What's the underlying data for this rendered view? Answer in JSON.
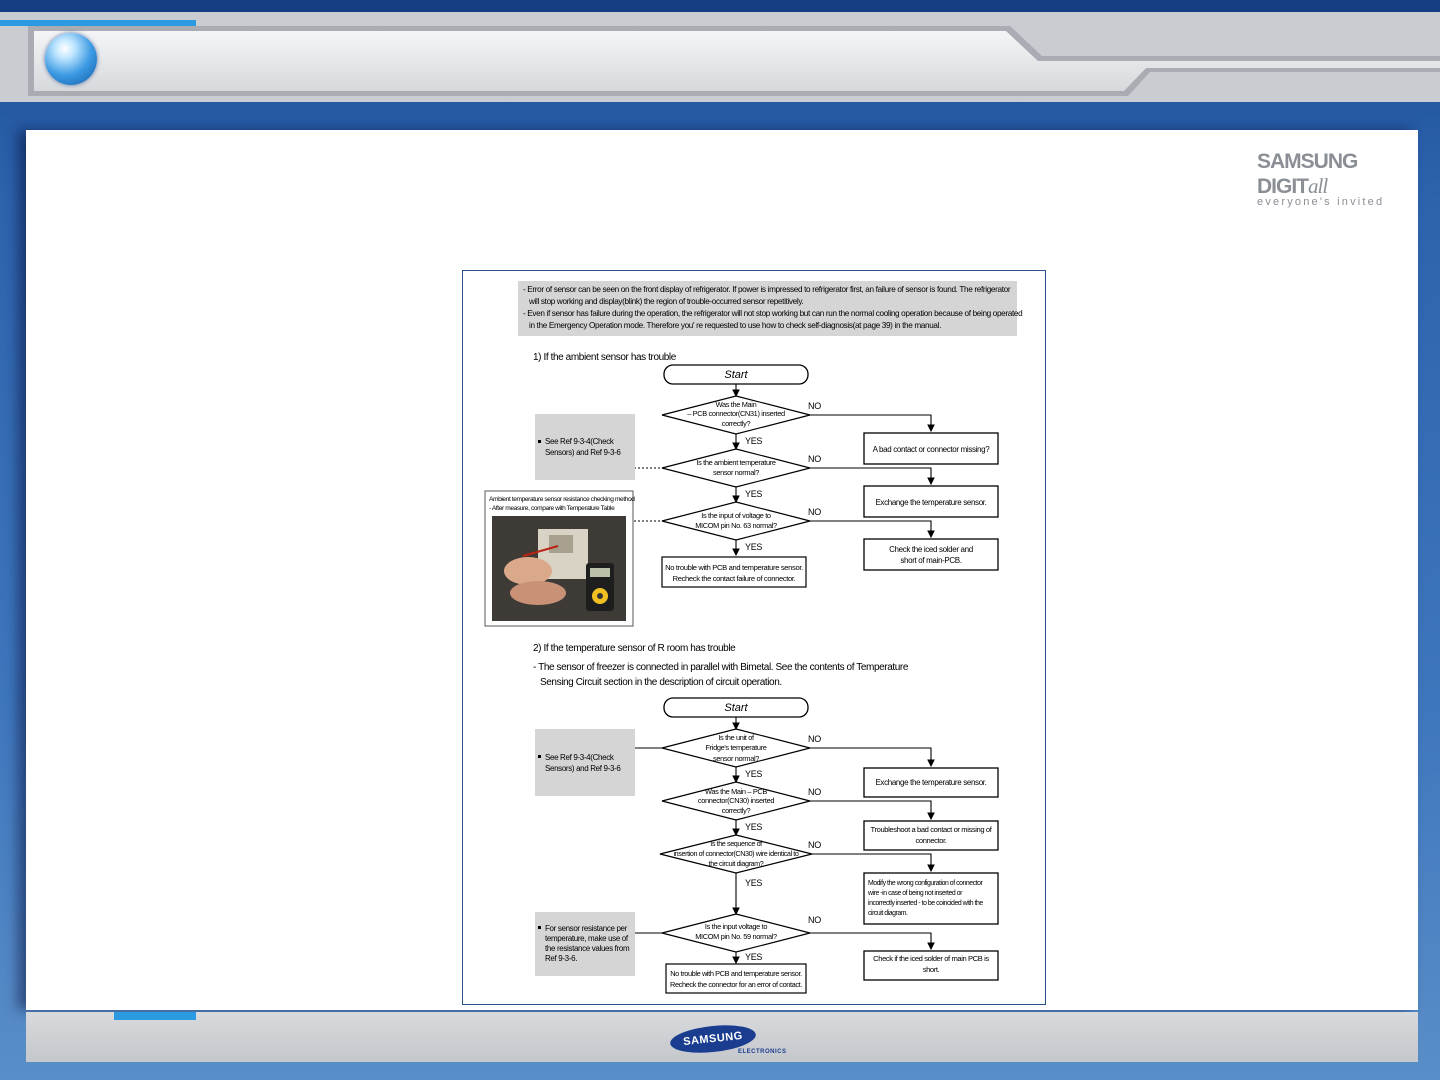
{
  "branding": {
    "digitall_line1": "SAMSUNG DIGIT",
    "digitall_all": "all",
    "digitall_line2": "everyone's invited",
    "samsung": "SAMSUNG",
    "electronics": "ELECTRONICS"
  },
  "intro": [
    "- Error of sensor can be seen on the front display of refrigerator. If power is impressed to refrigerator first, an failure of sensor is found. The refrigerator",
    "will stop working and display(blink) the region of trouble-occurred sensor repetitively.",
    "- Even if sensor has failure during the operation, the refrigerator will not stop working but can run the normal cooling operation because of being operated",
    "in the Emergency Operation mode. Therefore you' re requested to use how to check self-diagnosis(at page 39) in the manual."
  ],
  "section1": {
    "title": "1) If the ambient sensor has trouble",
    "start": "Start",
    "yes": "YES",
    "no": "NO",
    "decisions": [
      [
        "Was the Main",
        "– PCB connector(CN31) inserted",
        "correctly?"
      ],
      [
        "Is the ambient temperature",
        "sensor normal?"
      ],
      [
        "Is the input of voltage to",
        "MICOM pin No. 63 normal?"
      ]
    ],
    "actions": [
      [
        "A bad contact or  connector missing?"
      ],
      [
        "Exchange the temperature sensor."
      ],
      [
        "Check  the iced solder and",
        "short of main-PCB."
      ]
    ],
    "end": [
      "No trouble with PCB and temperature sensor.",
      "Recheck the contact failure of connector."
    ],
    "note": [
      "See Ref 9-3-4(Check",
      "Sensors) and Ref 9-3-6"
    ],
    "photo_caption": [
      "Ambient temperature sensor resistance checking method",
      "- After measure, compare with Temperature Table"
    ]
  },
  "section2": {
    "title": "2) If the temperature sensor of R room has trouble",
    "desc": [
      "- The sensor of freezer is connected in parallel with Bimetal. See the contents of Temperature",
      "Sensing Circuit section in the description of circuit operation."
    ],
    "start": "Start",
    "yes": "YES",
    "no": "NO",
    "decisions": [
      [
        "Is the unit of",
        "Fridge's temperature",
        "sensor normal?"
      ],
      [
        "Was the Main – PCB",
        "connector(CN30) inserted",
        "correctly?"
      ],
      [
        "Is the sequence of",
        "insertion of connector(CN30) wire identical to",
        "the circuit diagram?"
      ],
      [
        "Is the input voltage to",
        "MICOM pin No. 59 normal?"
      ]
    ],
    "actions": [
      [
        "Exchange the temperature sensor."
      ],
      [
        "Troubleshoot a bad contact or missing of",
        "connector."
      ],
      [
        "Modify the wrong configuration of connector",
        "wire -in case of being not inserted or",
        "incorrectly inserted - to be coincided with the",
        "circuit diagram."
      ],
      [
        "Check if the iced solder of main PCB is",
        "short."
      ]
    ],
    "end": [
      "No trouble with PCB and temperature sensor.",
      "Recheck the connector for an error of contact."
    ],
    "note1": [
      "See Ref 9-3-4(Check",
      "Sensors) and Ref 9-3-6"
    ],
    "note2": [
      "For sensor resistance per",
      "temperature, make use of",
      "the resistance values from",
      "Ref 9-3-6."
    ]
  }
}
